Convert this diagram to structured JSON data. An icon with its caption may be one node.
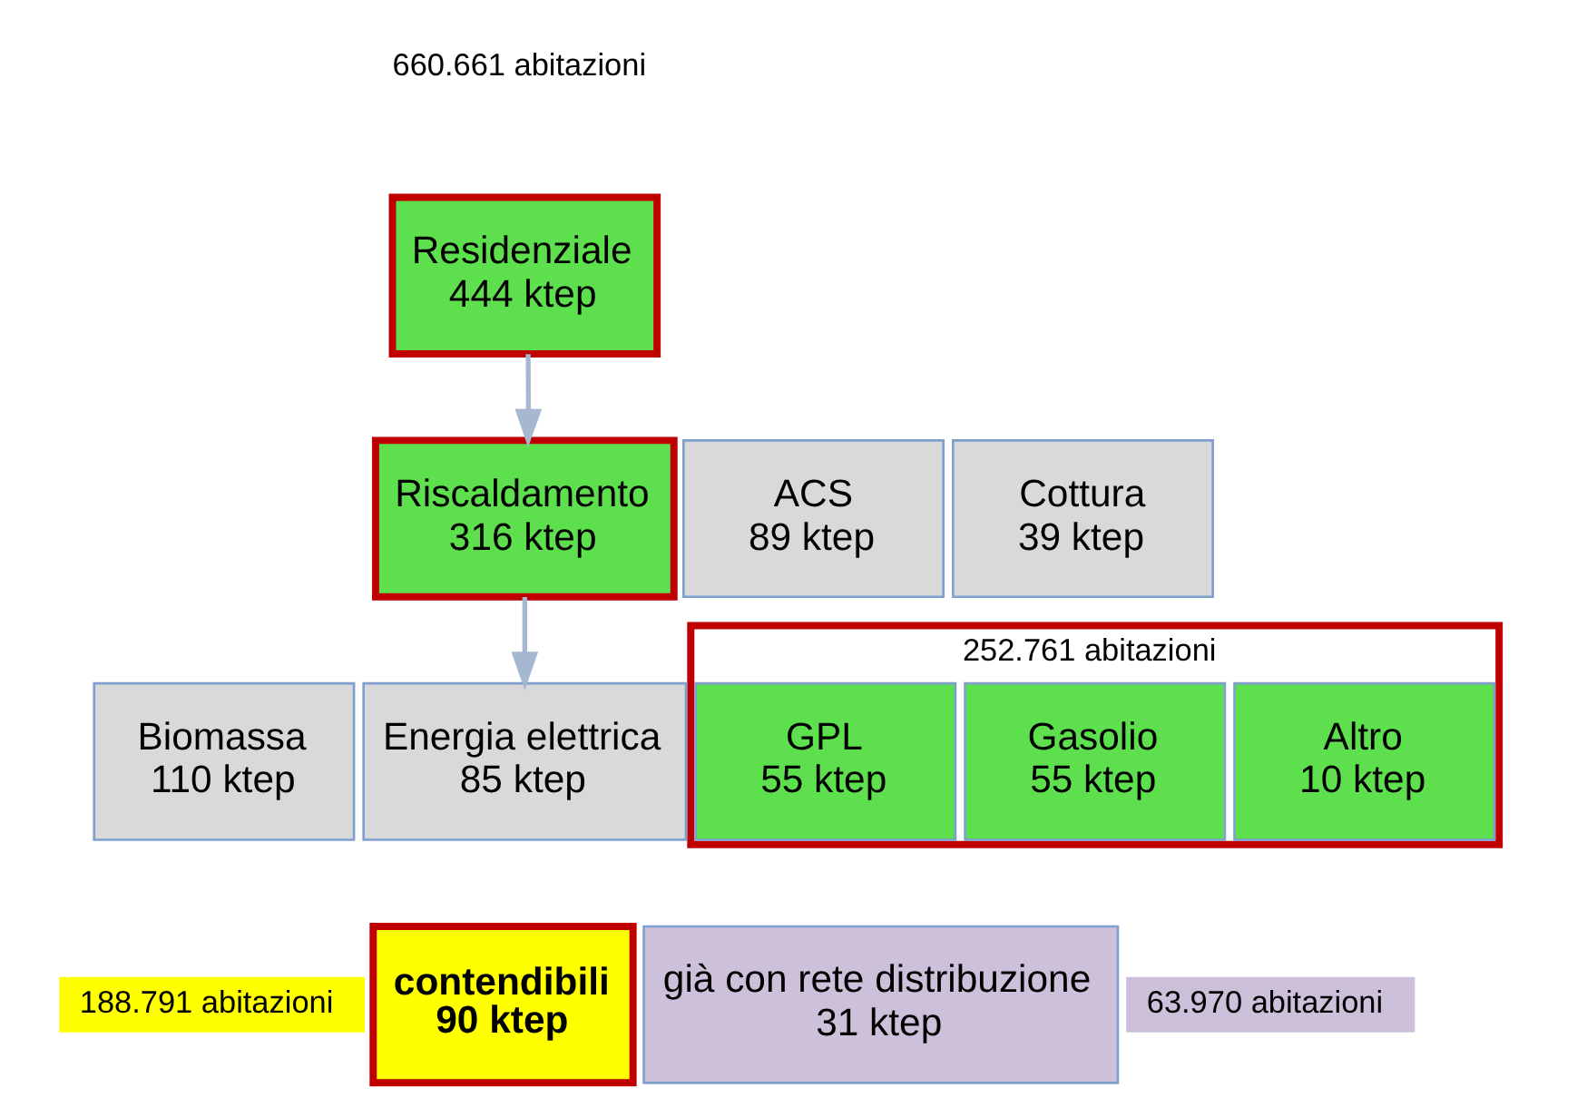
{
  "diagram": {
    "nodes": [
      {
        "text": [
          "Residenziale 444 ktep"
        ],
        "beside": [
          "660.661 abitazioni"
        ]
      },
      {
        "text": [
          "Riscaldamento 316 ktep"
        ]
      },
      {
        "text": [
          "ACS 89 ktep"
        ]
      },
      {
        "text": [
          "Cottura 39 ktep"
        ]
      },
      {
        "text": [
          "Biomassa 110 ktep"
        ]
      },
      {
        "text": [
          "Energia elettrica 85 ktep"
        ]
      },
      {
        "text": [
          "252.761 abitazioni"
        ]
      },
      {
        "text": [
          "GPL 55 ktep"
        ],
        "in": 6
      },
      {
        "text": [
          "Gasolio 55 ktep"
        ],
        "in": 6
      },
      {
        "text": [
          "Altro 10 ktep"
        ],
        "in": 6
      },
      {
        "text": [
          "contendibili 90 ktep"
        ]
      },
      {
        "text": [
          "già con rete distribuzione 31 ktep"
        ]
      },
      {
        "text": [
          "188.791 abitazioni"
        ]
      },
      {
        "text": [
          "63.970 abitazioni"
        ]
      }
    ],
    "edges": [
      {
        "from": 0,
        "to": 1,
        "arrow": "to"
      },
      {
        "from": 1,
        "to": 5,
        "arrow": "to"
      }
    ]
  }
}
